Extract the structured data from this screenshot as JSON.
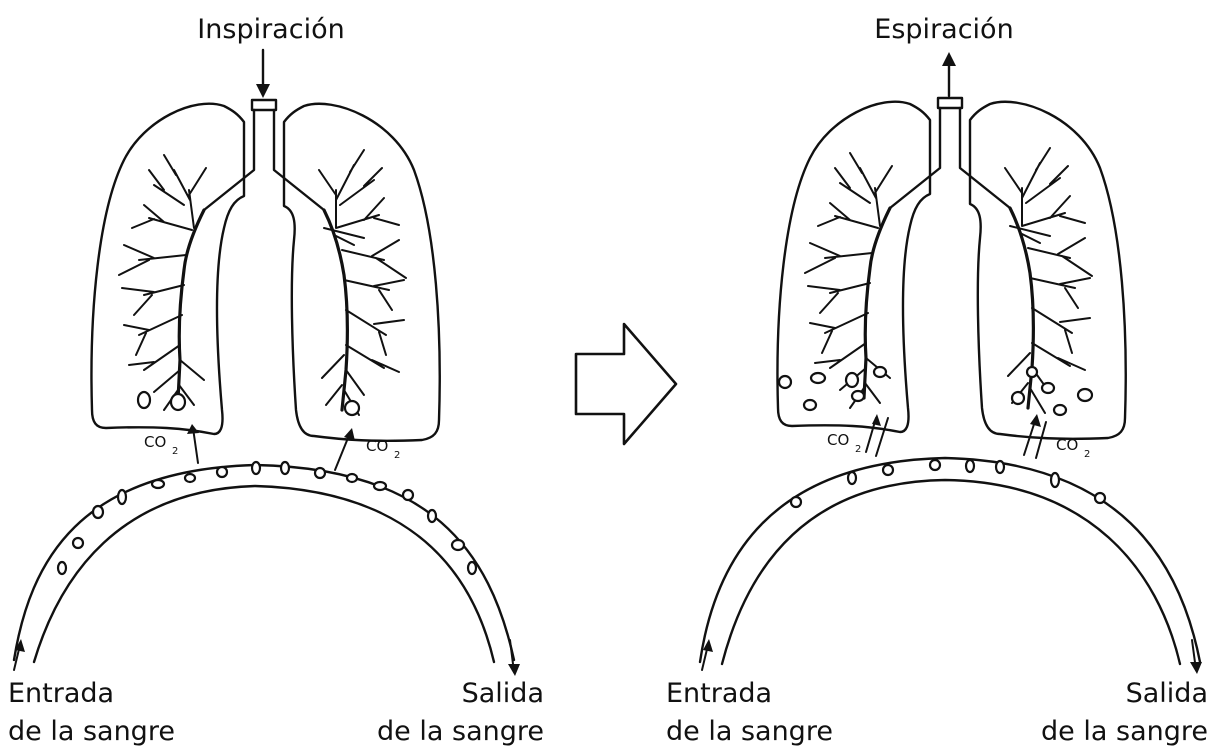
{
  "left_panel": {
    "title": "Inspiración",
    "gas_label": "CO",
    "gas_subscript": "2",
    "blood_in_line1": "Entrada",
    "blood_in_line2": "de la sangre",
    "blood_out_line1": "Salida",
    "blood_out_line2": "de la sangre"
  },
  "right_panel": {
    "title": "Espiración",
    "gas_label": "CO",
    "gas_subscript": "2",
    "blood_in_line1": "Entrada",
    "blood_in_line2": "de la sangre",
    "blood_out_line1": "Salida",
    "blood_out_line2": "de la sangre"
  },
  "transition_arrow": "block-arrow-right-icon"
}
